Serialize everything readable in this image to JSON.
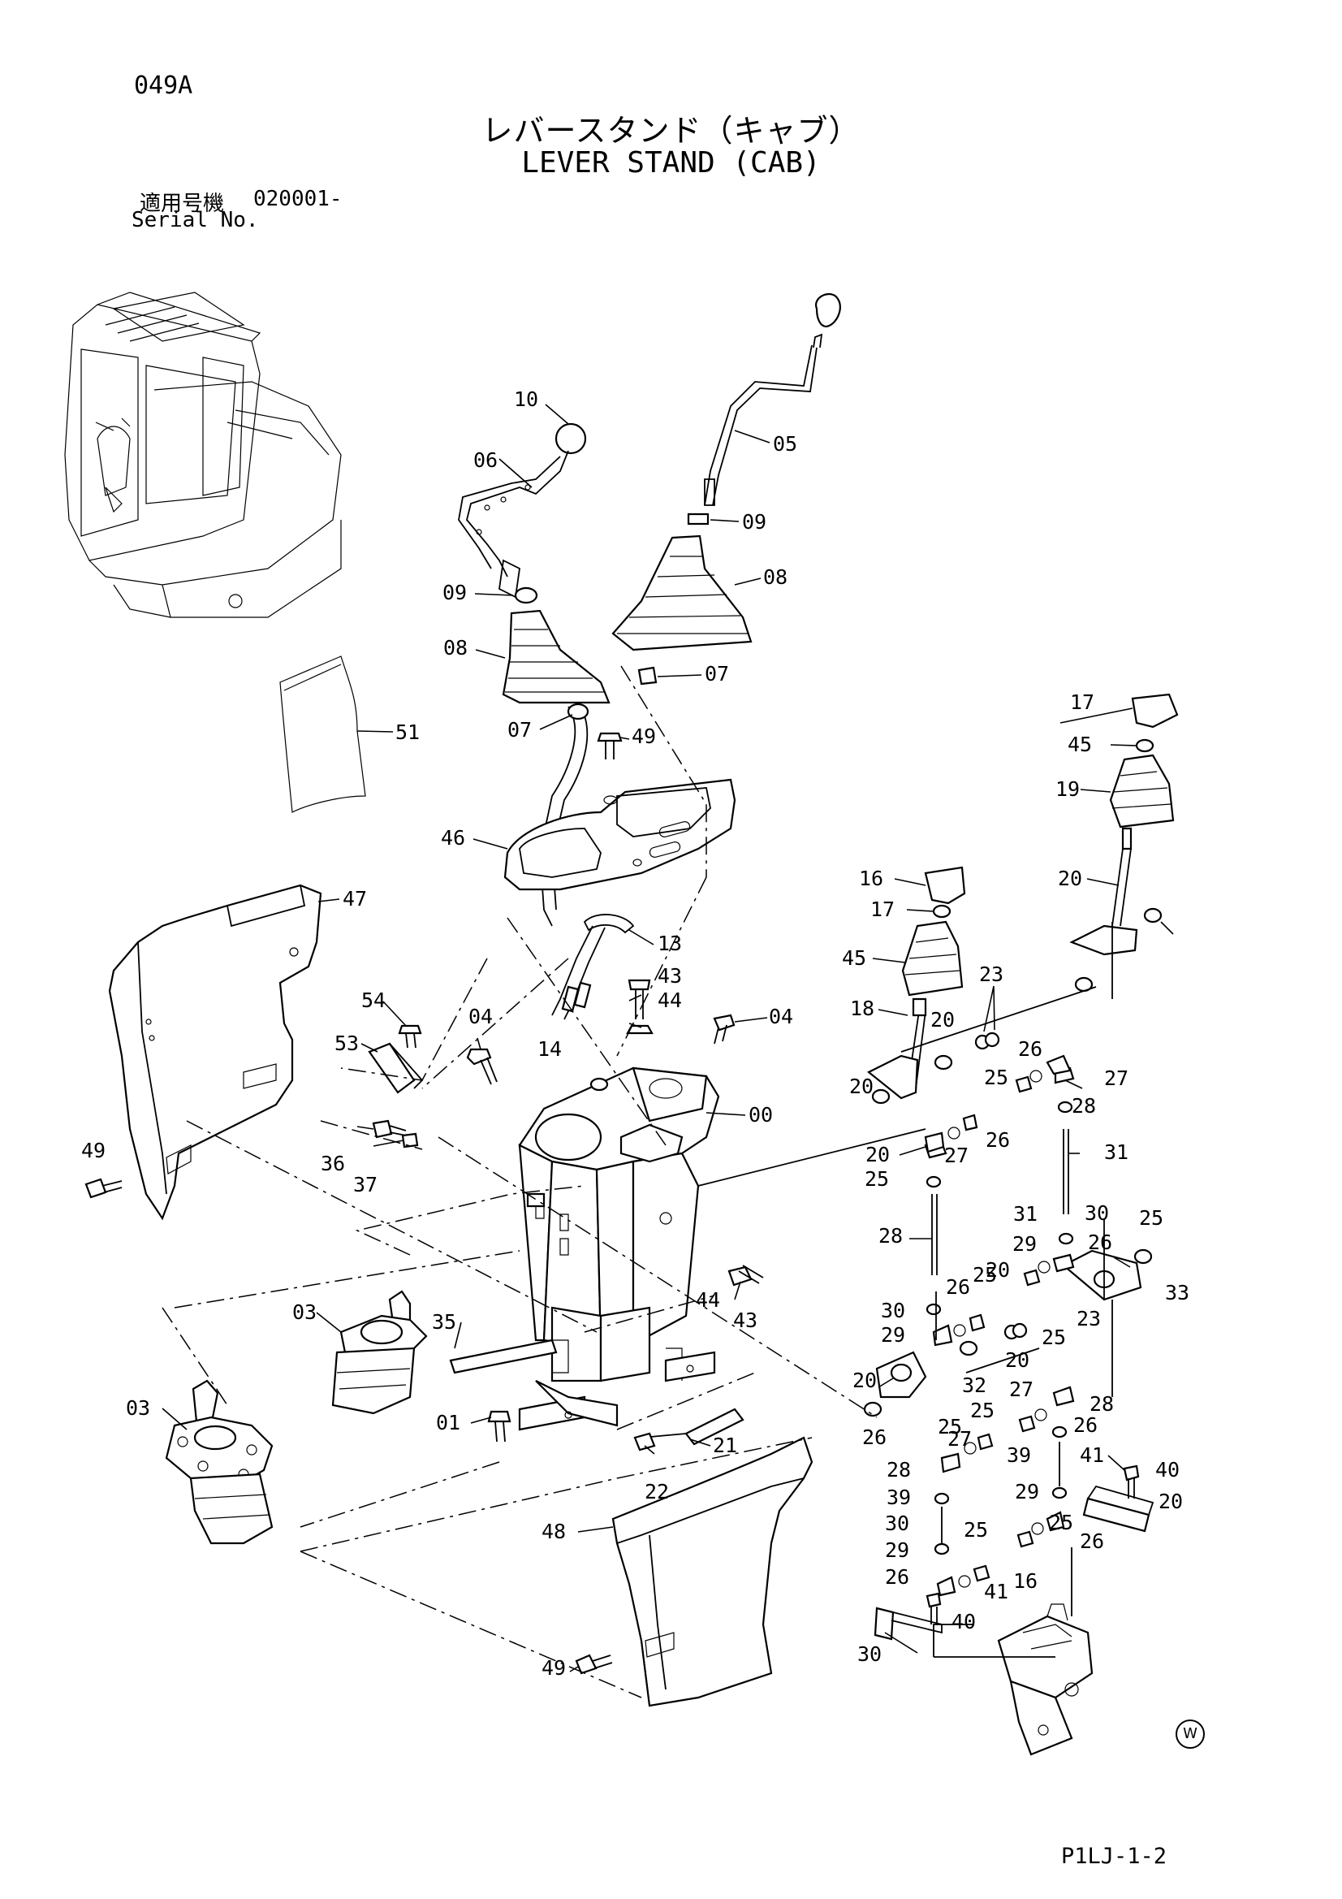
{
  "header": {
    "page_code": "049A",
    "title_jp": "レバースタンド（キャブ）",
    "title_en": "LEVER STAND (CAB)",
    "serial_label_jp": "適用号機",
    "serial_value": "020001-",
    "serial_label_en": "Serial No."
  },
  "footer": {
    "figure_code": "P1LJ-1-2",
    "mark": "W"
  },
  "callouts": [
    "10",
    "06",
    "05",
    "09",
    "09",
    "08",
    "08",
    "07",
    "07",
    "51",
    "49",
    "46",
    "47",
    "13",
    "43",
    "44",
    "04",
    "04",
    "14",
    "54",
    "53",
    "36",
    "37",
    "00",
    "49",
    "03",
    "03",
    "35",
    "01",
    "22",
    "21",
    "44",
    "43",
    "48",
    "49",
    "16",
    "17",
    "45",
    "18",
    "23",
    "20",
    "20",
    "26",
    "25",
    "27",
    "28",
    "31",
    "20",
    "27",
    "26",
    "25",
    "28",
    "31",
    "30",
    "29",
    "20",
    "26",
    "25",
    "33",
    "30",
    "29",
    "26",
    "25",
    "25",
    "23",
    "20",
    "32",
    "20",
    "26",
    "27",
    "28",
    "26",
    "25",
    "25",
    "39",
    "41",
    "40",
    "20",
    "27",
    "28",
    "39",
    "30",
    "29",
    "26",
    "25",
    "41",
    "40",
    "30",
    "29",
    "26",
    "25",
    "16",
    "17",
    "45",
    "19",
    "20"
  ]
}
